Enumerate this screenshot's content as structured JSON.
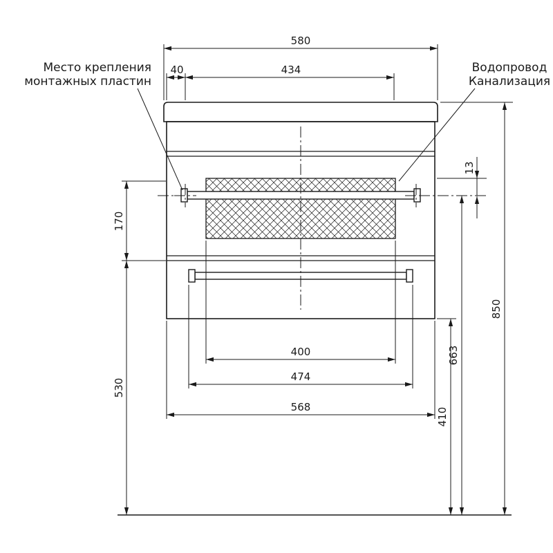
{
  "drawing": {
    "kind": "furniture installation dimension drawing",
    "units": "mm",
    "colors": {
      "line": "#1a1a1a",
      "background": "#ffffff"
    },
    "labels": {
      "mounting_plates": [
        "Место крепления",
        "монтажных пластин"
      ],
      "plumbing": [
        "Водопровод",
        "Канализация"
      ]
    },
    "dims": {
      "countertop_width": "580",
      "plate_side_offset": "40",
      "plate_to_plumbing": "434",
      "rail_gap": "13",
      "upper_left_height": "170",
      "lower_left_height": "530",
      "total_height": "850",
      "plumbing_height": "663",
      "floor_clearance": "410",
      "opening_width": "400",
      "rail_width": "474",
      "cabinet_width": "568"
    }
  }
}
